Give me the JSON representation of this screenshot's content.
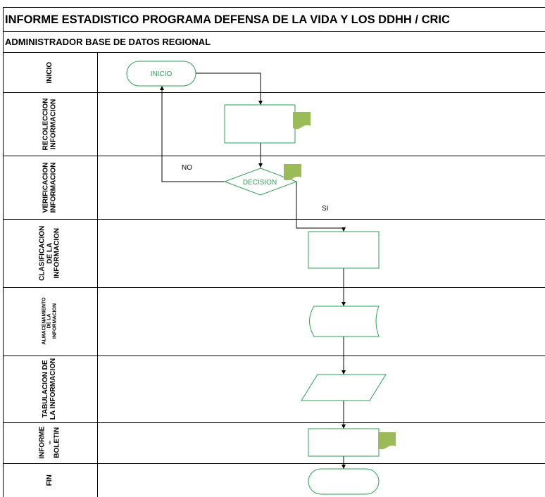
{
  "header": {
    "title": "INFORME ESTADISTICO PROGRAMA DEFENSA DE LA VIDA Y LOS DDHH / CRIC",
    "subtitle": "ADMINISTRADOR BASE DE DATOS REGIONAL"
  },
  "lanes": [
    {
      "label": "INICIO"
    },
    {
      "label": "RECOLECCION\nINFORMACION"
    },
    {
      "label": "VERIFICACION\nINFORMACION"
    },
    {
      "label": "CLASIFICACION\nDE LA\nINFORMACION"
    },
    {
      "label": "ALMACENAMIENTO\nDE LA\nINFORMACION"
    },
    {
      "label": "TABULACION DE\nLA INFORMACION"
    },
    {
      "label": "INFORME\n–\nBOLETIN"
    },
    {
      "label": "FIN"
    }
  ],
  "shapes": {
    "start_label": "INICIO",
    "decision_label": "DECISION",
    "no_label": "NO",
    "yes_label": "SI"
  },
  "colors": {
    "shape_stroke": "#2e9e55",
    "shape_text": "#2e9e55",
    "document_icon": "#9bbb59",
    "line": "#000000"
  }
}
